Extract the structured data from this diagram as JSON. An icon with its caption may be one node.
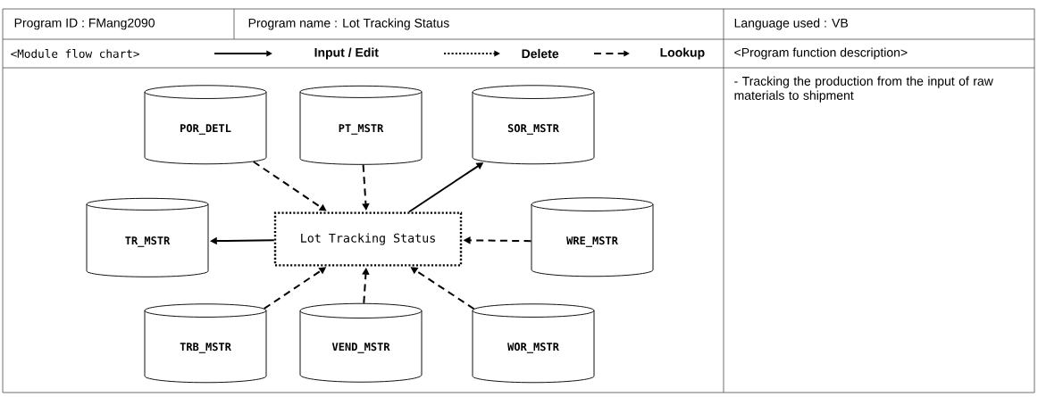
{
  "diagram": {
    "nodes": [
      {
        "text": [
          "POR_DETL"
        ]
      },
      {
        "text": [
          "PT_MSTR"
        ]
      },
      {
        "text": [
          "SOR_MSTR"
        ]
      },
      {
        "text": [
          "TR_MSTR"
        ]
      },
      {
        "text": [
          "Lot Tracking Status"
        ]
      },
      {
        "text": [
          "WRE_MSTR"
        ]
      },
      {
        "text": [
          "TRB_MSTR"
        ]
      },
      {
        "text": [
          "VEND_MSTR"
        ]
      },
      {
        "text": [
          "WOR_MSTR"
        ]
      }
    ],
    "edges": [
      {
        "from": 0,
        "to": 4,
        "arrow": "to",
        "style": "dashed"
      },
      {
        "from": 1,
        "to": 4,
        "arrow": "to",
        "style": "dashed"
      },
      {
        "from": 4,
        "to": 2,
        "arrow": "to"
      },
      {
        "from": 4,
        "to": 3,
        "arrow": "to"
      },
      {
        "from": 5,
        "to": 4,
        "arrow": "to",
        "style": "dashed"
      },
      {
        "from": 6,
        "to": 4,
        "arrow": "to",
        "style": "dashed"
      },
      {
        "from": 7,
        "to": 4,
        "arrow": "to",
        "style": "dashed"
      },
      {
        "from": 8,
        "to": 4,
        "arrow": "to",
        "style": "dashed"
      }
    ],
    "labels": [
      "Program ID : FMang2090",
      "Program name : Lot Tracking Status",
      "Language used : VB",
      "<Module flow chart>",
      "<Program function description>",
      "- Tracking the production from the input of raw materials to shipment"
    ],
    "legend": [
      {
        "text": "Input / Edit"
      },
      {
        "text": "Delete"
      },
      {
        "text": "Lookup"
      }
    ]
  }
}
